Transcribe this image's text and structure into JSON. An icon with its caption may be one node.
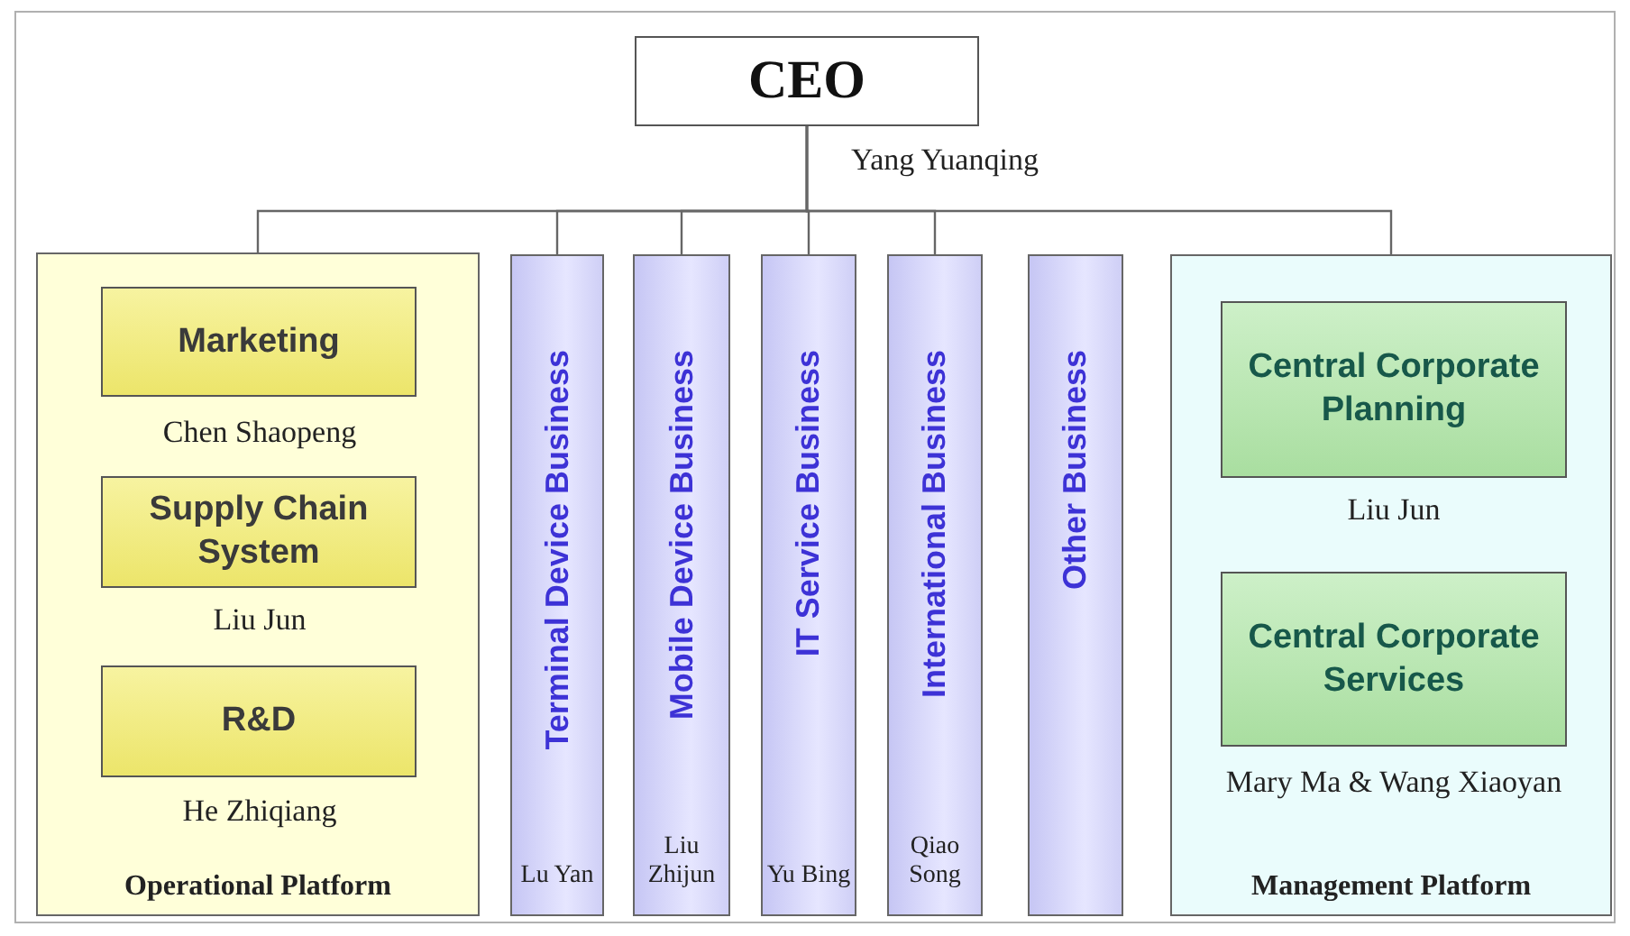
{
  "diagram": {
    "nodes": [
      {
        "text": [
          "CEO"
        ],
        "beside": [
          "Yang Yuanqing"
        ]
      },
      {
        "text": [
          "Operational Platform"
        ]
      },
      {
        "text": [
          "Marketing"
        ],
        "in": 1,
        "beside": [
          "Chen Shaopeng"
        ]
      },
      {
        "text": [
          "Supply Chain System"
        ],
        "in": 1,
        "beside": [
          "Liu Jun"
        ]
      },
      {
        "text": [
          "R&D"
        ],
        "in": 1,
        "beside": [
          "He Zhiqiang"
        ]
      },
      {
        "text": [
          "Terminal Device Business",
          "Lu Yan"
        ]
      },
      {
        "text": [
          "Mobile Device Business",
          "Liu Zhijun"
        ]
      },
      {
        "text": [
          "IT Service Business",
          "Yu Bing"
        ]
      },
      {
        "text": [
          "International Business",
          "Qiao Song"
        ]
      },
      {
        "text": [
          "Other Business"
        ]
      },
      {
        "text": [
          "Management Platform"
        ]
      },
      {
        "text": [
          "Central Corporate Planning"
        ],
        "in": 10,
        "beside": [
          "Liu Jun"
        ]
      },
      {
        "text": [
          "Central Corporate Services"
        ],
        "in": 10,
        "beside": [
          "Mary Ma & Wang Xiaoyan"
        ]
      }
    ],
    "edges": [
      {
        "from": 0,
        "to": 1,
        "arrow": "none"
      },
      {
        "from": 0,
        "to": 5,
        "arrow": "none"
      },
      {
        "from": 0,
        "to": 6,
        "arrow": "none"
      },
      {
        "from": 0,
        "to": 7,
        "arrow": "none"
      },
      {
        "from": 0,
        "to": 8,
        "arrow": "none"
      },
      {
        "from": 0,
        "to": 10,
        "arrow": "none"
      }
    ]
  }
}
